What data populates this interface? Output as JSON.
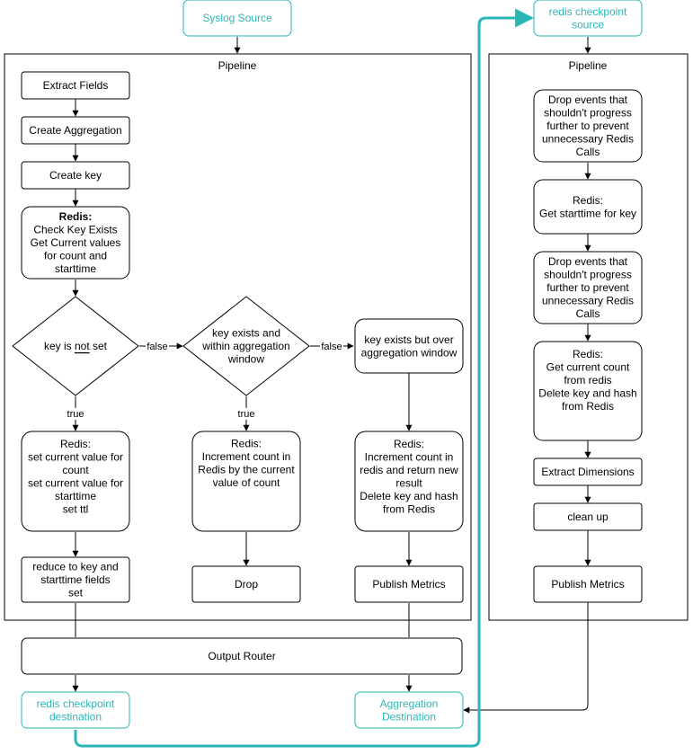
{
  "nodes": {
    "syslog_source": {
      "label": [
        "Syslog Source"
      ]
    },
    "redis_checkpoint_source": {
      "label": [
        "redis checkpoint",
        "source"
      ]
    },
    "pipeline_left_title": {
      "label": [
        "Pipeline"
      ]
    },
    "pipeline_right_title": {
      "label": [
        "Pipeline"
      ]
    },
    "extract_fields": {
      "label": [
        "Extract Fields"
      ]
    },
    "create_aggregation": {
      "label": [
        "Create Aggregation"
      ]
    },
    "create_key": {
      "label": [
        "Create key"
      ]
    },
    "redis_check": {
      "label": [
        "Redis:",
        "Check Key Exists",
        "Get Current values",
        "for count and",
        "starttime"
      ]
    },
    "decision_not_set": {
      "label": [
        "key is ",
        "not",
        " set"
      ]
    },
    "decision_within": {
      "label": [
        "key exists and",
        "within aggregation",
        "window"
      ]
    },
    "key_over_window": {
      "label": [
        "key exists but over",
        "aggregation window"
      ]
    },
    "redis_set": {
      "label": [
        "Redis:",
        "set current value for",
        "count",
        "set current value for",
        "starttime",
        "set ttl"
      ]
    },
    "redis_increment": {
      "label": [
        "Redis:",
        "Increment count in",
        "Redis by the current",
        "value of count"
      ]
    },
    "redis_increment_return": {
      "label": [
        "Redis:",
        "Increment count in",
        "redis and return new",
        "result",
        "Delete key and hash",
        "from Redis"
      ]
    },
    "reduce_fields": {
      "label": [
        "reduce to key and",
        "starttime fields",
        "set"
      ]
    },
    "drop": {
      "label": [
        "Drop"
      ]
    },
    "publish_metrics_left": {
      "label": [
        "Publish Metrics"
      ]
    },
    "drop_events_1": {
      "label": [
        "Drop events that",
        "shouldn't progress",
        "further to prevent",
        "unnecessary Redis",
        "Calls"
      ]
    },
    "redis_get_starttime": {
      "label": [
        "Redis:",
        "Get starttime for key"
      ]
    },
    "drop_events_2": {
      "label": [
        "Drop events that",
        "shouldn't progress",
        "further to prevent",
        "unnecessary Redis",
        "Calls"
      ]
    },
    "redis_get_count": {
      "label": [
        "Redis:",
        "Get current count",
        "from redis",
        "Delete key and hash",
        "from Redis"
      ]
    },
    "extract_dimensions": {
      "label": [
        "Extract Dimensions"
      ]
    },
    "clean_up": {
      "label": [
        "clean up"
      ]
    },
    "publish_metrics_right": {
      "label": [
        "Publish Metrics"
      ]
    },
    "output_router": {
      "label": [
        "Output Router"
      ]
    },
    "redis_checkpoint_destination": {
      "label": [
        "redis checkpoint",
        "destination"
      ]
    },
    "aggregation_destination": {
      "label": [
        "Aggregation",
        "Destination"
      ]
    }
  },
  "edge_labels": {
    "false_1": "false",
    "false_2": "false",
    "true_1": "true",
    "true_2": "true"
  },
  "colors": {
    "accent": "#2ab6b6",
    "stroke": "#000000",
    "background": "#ffffff"
  }
}
